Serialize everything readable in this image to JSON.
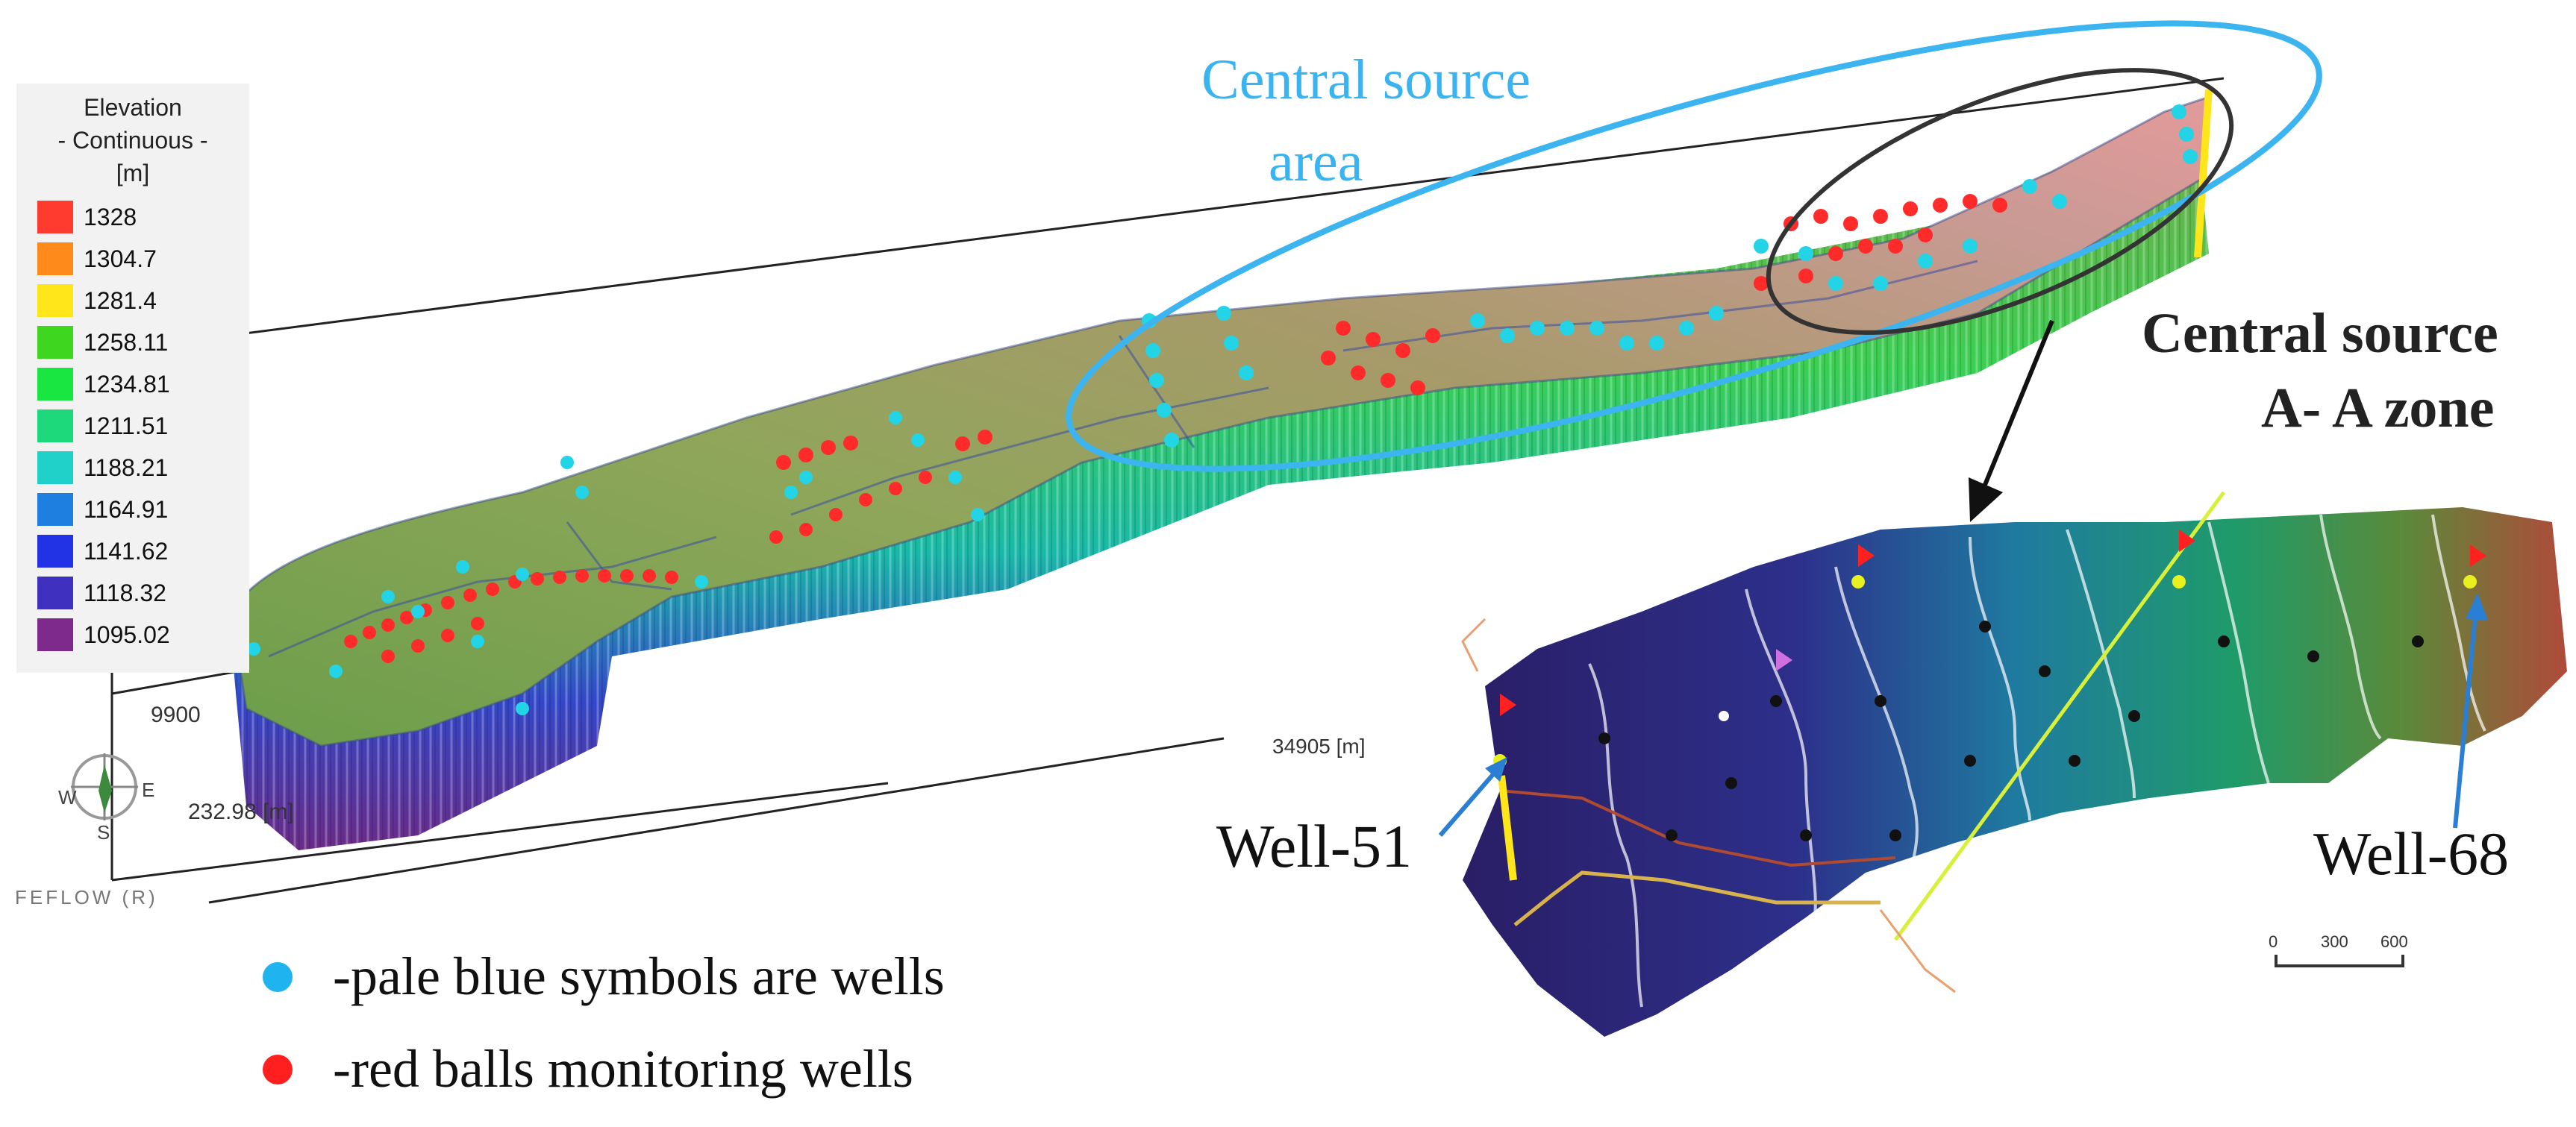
{
  "legend": {
    "title_line1": "Elevation",
    "title_line2": "- Continuous -",
    "unit": "[m]",
    "entries": [
      {
        "value": "1328",
        "color": "#ff3b30"
      },
      {
        "value": "1304.7",
        "color": "#ff8a1c"
      },
      {
        "value": "1281.4",
        "color": "#ffe61a"
      },
      {
        "value": "1258.11",
        "color": "#3fd61f"
      },
      {
        "value": "1234.81",
        "color": "#19e640"
      },
      {
        "value": "1211.51",
        "color": "#1ed97c"
      },
      {
        "value": "1188.21",
        "color": "#1fd1c8"
      },
      {
        "value": "1164.91",
        "color": "#1f7fe0"
      },
      {
        "value": "1141.62",
        "color": "#2233e6"
      },
      {
        "value": "1118.32",
        "color": "#4030c0"
      },
      {
        "value": "1095.02",
        "color": "#7d2a8c"
      }
    ]
  },
  "model": {
    "coord_left": "9900",
    "coord_left_bottom": "232.98 [m]",
    "compass": {
      "w": "W",
      "e": "E",
      "s": "S"
    },
    "software_label": "FEFLOW (R)"
  },
  "annotations": {
    "central_source_area_line1": "Central source",
    "central_source_area_line2": "area",
    "aa_zone_line1": "Central source",
    "aa_zone_line2": "A- A zone",
    "well_51": "Well-51",
    "well_68": "Well-68",
    "inset_coord": "34905 [m]",
    "scale_ticks": [
      "0",
      "300",
      "600"
    ]
  },
  "key": {
    "wells_text": "-pale blue symbols are wells",
    "monitoring_text": "-red balls monitoring wells",
    "wells_color": "#1fb4f0",
    "monitoring_color": "#ff1f1f"
  },
  "colors": {
    "ellipse_blue": "#3cb4f0",
    "ellipse_black": "#333333",
    "well_arrow": "#2a7fd4",
    "annotation_blue": "#39b4f0"
  }
}
